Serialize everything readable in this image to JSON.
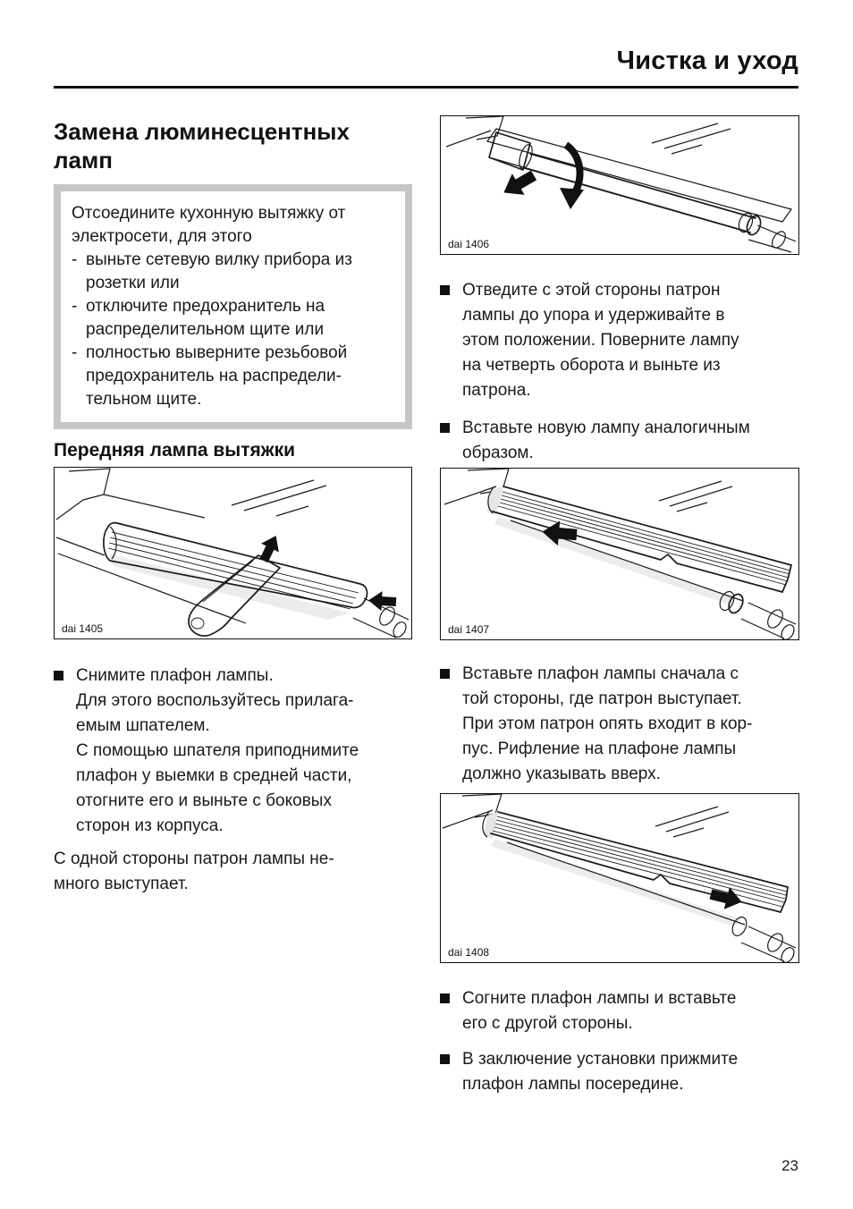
{
  "header": {
    "title": "Чистка и уход"
  },
  "footer": {
    "page_number": "23"
  },
  "colors": {
    "box_border": "#c6c6c6",
    "figure_gray": "#e4e4e4",
    "text": "#1a1a1a"
  },
  "left": {
    "section_title": "Замена люминесцентных\nламп",
    "box": {
      "dash": "-",
      "intro": "Отсоедините кухонную вытяжку от\nэлектросети, для этого",
      "items": [
        "выньте сетевую вилку прибора из\nрозетки или",
        "отключите предохранитель на\nраспределительном щите или",
        "полностью выверните резьбовой\nпредохранитель на распредели-\nтельном щите."
      ]
    },
    "subheading": "Передняя лампа вытяжки",
    "figure_1405": {
      "caption": "dai 1405"
    },
    "bullets": [
      "Снимите плафон лампы.\nДля этого воспользуйтесь прилага-\nемым шпателем.\nС помощью шпателя приподнимите\nплафон у выемки в средней части,\nотогните его и выньте с боковых\nсторон из корпуса."
    ],
    "paragraph": "С одной стороны патрон лампы не-\nмного выступает."
  },
  "right": {
    "figure_1406": {
      "caption": "dai 1406"
    },
    "bullets_top": [
      "Отведите с этой стороны патрон\nлампы до упора и удерживайте в\nэтом положении. Поверните лампу\nна четверть оборота и выньте из\nпатрона.",
      "Вставьте новую лампу аналогичным\nобразом."
    ],
    "figure_1407": {
      "caption": "dai 1407"
    },
    "bullets_mid": [
      "Вставьте плафон лампы сначала с\nтой стороны, где патрон выступает.\nПри этом патрон опять входит в кор-\nпус. Рифление на плафоне лампы\nдолжно указывать вверх."
    ],
    "figure_1408": {
      "caption": "dai 1408"
    },
    "bullets_bottom": [
      "Согните плафон лампы и вставьте\nего с другой стороны.",
      "В заключение установки прижмите\nплафон лампы посередине."
    ]
  }
}
